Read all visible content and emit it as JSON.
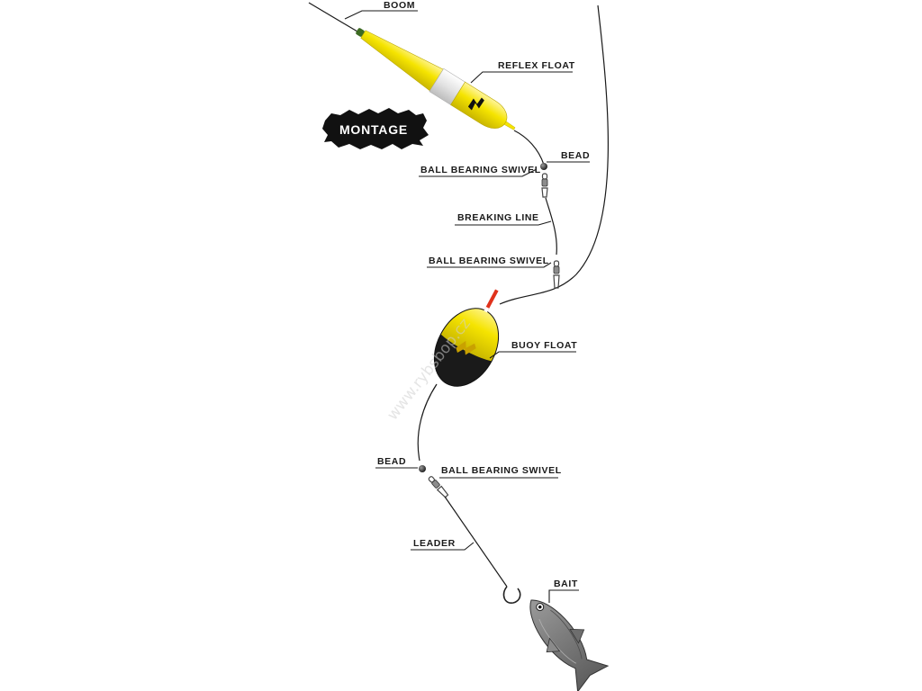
{
  "title": "MONTAGE",
  "watermark": "www.rybsbop.cz",
  "labels": {
    "boom": "BOOM",
    "reflex_float": "REFLEX FLOAT",
    "bead_top": "BEAD",
    "swivel_top": "BALL BEARING SWIVEL",
    "breaking_line": "BREAKING LINE",
    "swivel_mid": "BALL BEARING SWIVEL",
    "buoy_float": "BUOY FLOAT",
    "bead_bottom": "BEAD",
    "swivel_bottom": "BALL BEARING SWIVEL",
    "leader": "LEADER",
    "bait": "BAIT"
  },
  "colors": {
    "float_yellow": "#f5e400",
    "float_dark": "#1a1a1a",
    "float_band": "#e6e6e6",
    "tip_green": "#3d6b22",
    "antenna_red": "#e0321c",
    "badge_black": "#111111"
  }
}
